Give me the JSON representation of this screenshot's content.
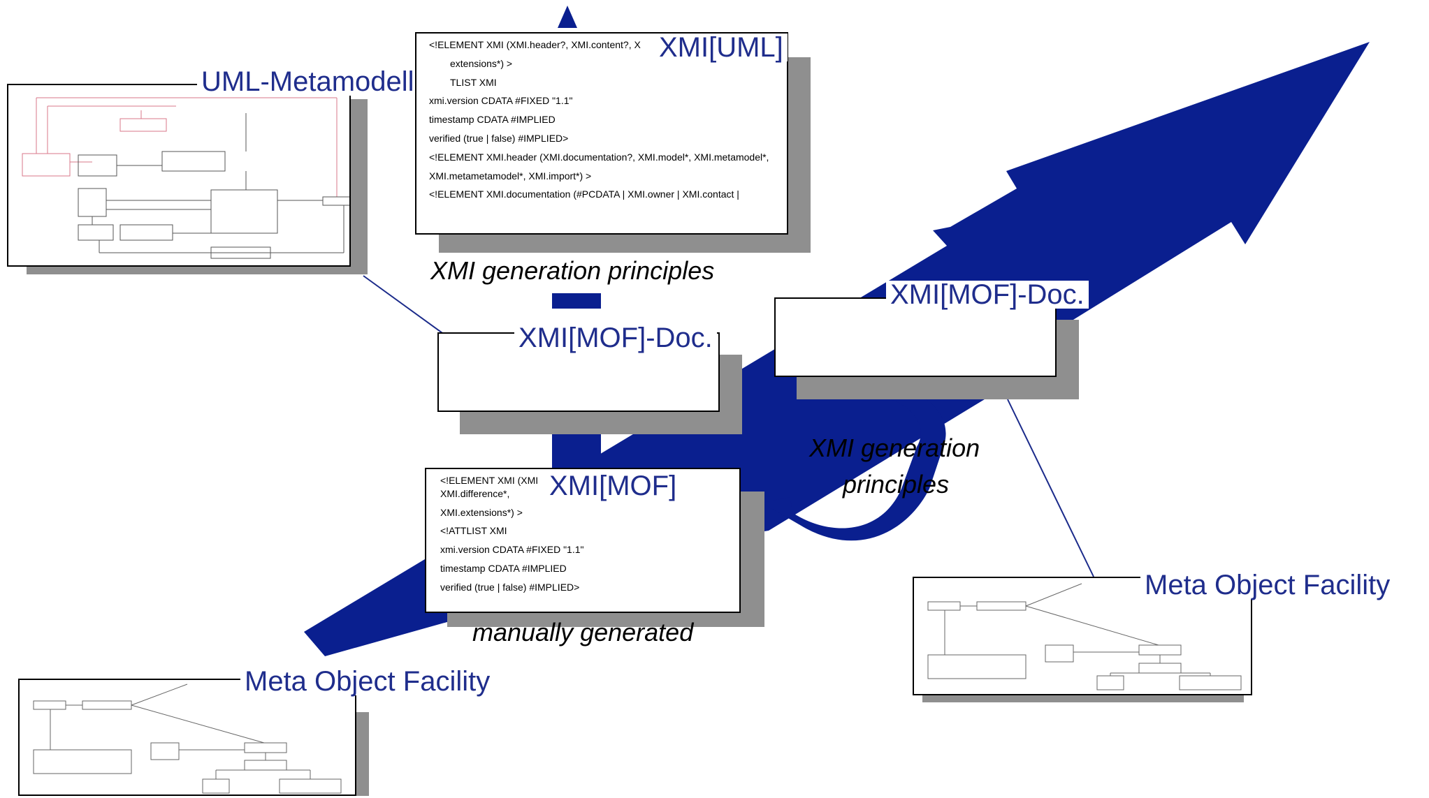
{
  "labels": {
    "uml_metamodell": "UML-Metamodell",
    "xmi_uml": "XMI[UML]",
    "xmi_mof_doc_center": "XMI[MOF]-Doc.",
    "xmi_mof_doc_right": "XMI[MOF]-Doc.",
    "xmi_mof": "XMI[MOF]",
    "mof_left": "Meta Object Facility",
    "mof_right": "Meta Object Facility",
    "gen_principles_top": "XMI generation principles",
    "gen_principles_right_1": "XMI generation",
    "gen_principles_right_2": "principles",
    "manually_generated": "manually generated"
  },
  "xmi_uml_doc": [
    "<!ELEMENT XMI (XMI.header?, XMI.content?, X",
    "extensions*) >",
    "TLIST XMI",
    "xmi.version CDATA #FIXED \"1.1\"",
    "timestamp CDATA #IMPLIED",
    "verified (true | false) #IMPLIED>",
    "<!ELEMENT XMI.header (XMI.documentation?, XMI.model*, XMI.metamodel*,",
    "XMI.metametamodel*, XMI.import*) >",
    "<!ELEMENT XMI.documentation (#PCDATA | XMI.owner | XMI.contact |"
  ],
  "xmi_mof_doc": [
    "<!ELEMENT XMI (XMI",
    "XMI.difference*,",
    "XMI.extensions*) >",
    "<!ATTLIST XMI",
    "xmi.version CDATA #FIXED \"1.1\"",
    "timestamp CDATA #IMPLIED",
    "verified (true | false) #IMPLIED>"
  ],
  "colors": {
    "arrow_blue": "#0a1f8f",
    "label_blue": "#1f2d8c",
    "shadow_gray": "#8f8f8f",
    "diagram_pink": "#d9778a"
  }
}
